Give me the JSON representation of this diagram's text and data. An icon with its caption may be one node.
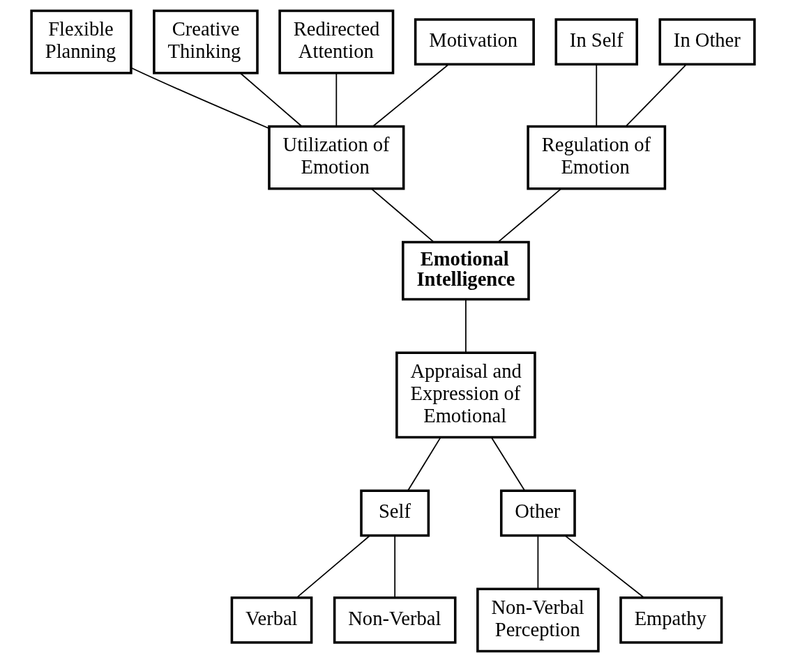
{
  "diagram": {
    "nodes": [
      {
        "text": [
          "Flexible Planning"
        ]
      },
      {
        "text": [
          "Creative Thinking"
        ]
      },
      {
        "text": [
          "Redirected Attention"
        ]
      },
      {
        "text": [
          "Motivation"
        ]
      },
      {
        "text": [
          "In Self"
        ]
      },
      {
        "text": [
          "In Other"
        ]
      },
      {
        "text": [
          "Utilization of Emotion"
        ]
      },
      {
        "text": [
          "Regulation of Emotion"
        ]
      },
      {
        "text": [
          "Emotional Intelligence"
        ]
      },
      {
        "text": [
          "Appraisal and Expression of Emotional"
        ]
      },
      {
        "text": [
          "Self"
        ]
      },
      {
        "text": [
          "Other"
        ]
      },
      {
        "text": [
          "Verbal"
        ]
      },
      {
        "text": [
          "Non-Verbal"
        ]
      },
      {
        "text": [
          "Non-Verbal Perception"
        ]
      },
      {
        "text": [
          "Empathy"
        ]
      }
    ],
    "edges": [
      {
        "from": 0,
        "to": 6,
        "arrow": "none"
      },
      {
        "from": 1,
        "to": 6,
        "arrow": "none"
      },
      {
        "from": 2,
        "to": 6,
        "arrow": "none"
      },
      {
        "from": 3,
        "to": 6,
        "arrow": "none"
      },
      {
        "from": 4,
        "to": 7,
        "arrow": "none"
      },
      {
        "from": 5,
        "to": 7,
        "arrow": "none"
      },
      {
        "from": 6,
        "to": 8,
        "arrow": "none"
      },
      {
        "from": 7,
        "to": 8,
        "arrow": "none"
      },
      {
        "from": 8,
        "to": 9,
        "arrow": "none"
      },
      {
        "from": 9,
        "to": 10,
        "arrow": "none"
      },
      {
        "from": 9,
        "to": 11,
        "arrow": "none"
      },
      {
        "from": 10,
        "to": 12,
        "arrow": "none"
      },
      {
        "from": 10,
        "to": 13,
        "arrow": "none"
      },
      {
        "from": 11,
        "to": 14,
        "arrow": "none"
      },
      {
        "from": 11,
        "to": 15,
        "arrow": "none"
      }
    ]
  }
}
